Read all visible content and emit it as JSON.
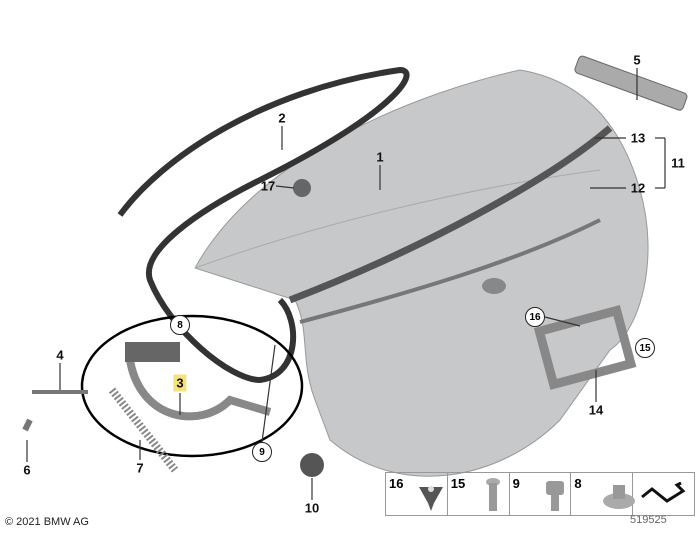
{
  "callouts": {
    "p1": "1",
    "p2": "2",
    "p3": "3",
    "p4": "4",
    "p5": "5",
    "p6": "6",
    "p7": "7",
    "p8": "8",
    "p9": "9",
    "p10": "10",
    "p11": "11",
    "p12": "12",
    "p13": "13",
    "p14": "14",
    "p15": "15",
    "p16": "16",
    "p17": "17"
  },
  "legend": {
    "items": [
      "16",
      "15",
      "9",
      "8"
    ]
  },
  "copyright": "© 2021 BMW AG",
  "diagram_number": "519525",
  "colors": {
    "highlight": "#f7e27a",
    "panel": "#c6c8ca"
  }
}
